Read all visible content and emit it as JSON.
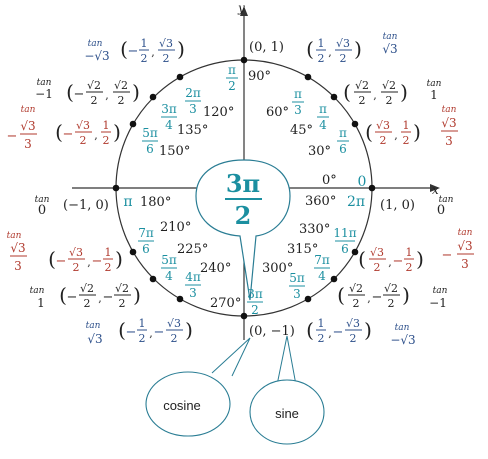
{
  "axes": {
    "x_label": "x",
    "y_label": "y"
  },
  "center_label": {
    "numerator": "3π",
    "denominator": "2"
  },
  "callouts": {
    "cosine": "cosine",
    "sine": "sine"
  },
  "tan_word": "tan",
  "colors": {
    "teal": "#1b8fa0",
    "black": "#222222",
    "red": "#b03a2e",
    "blue": "#2c4f8a"
  },
  "angles": [
    {
      "deg": "0°",
      "rad_text": "0",
      "coord": "(1, 0)",
      "tan": "0"
    },
    {
      "deg": "30°",
      "rad_num": "π",
      "rad_den": "6",
      "coord_x": "√3/2",
      "coord_y": "1/2",
      "tan": "√3/3"
    },
    {
      "deg": "45°",
      "rad_num": "π",
      "rad_den": "4",
      "coord_x": "√2/2",
      "coord_y": "√2/2",
      "tan": "1"
    },
    {
      "deg": "60°",
      "rad_num": "π",
      "rad_den": "3",
      "coord_x": "1/2",
      "coord_y": "√3/2",
      "tan": "√3"
    },
    {
      "deg": "90°",
      "rad_num": "π",
      "rad_den": "2",
      "coord": "(0, 1)"
    },
    {
      "deg": "120°",
      "rad_num": "2π",
      "rad_den": "3",
      "coord_x": "−1/2",
      "coord_y": "√3/2",
      "tan": "−√3"
    },
    {
      "deg": "135°",
      "rad_num": "3π",
      "rad_den": "4",
      "coord_x": "−√2/2",
      "coord_y": "√2/2",
      "tan": "−1"
    },
    {
      "deg": "150°",
      "rad_num": "5π",
      "rad_den": "6",
      "coord_x": "−√3/2",
      "coord_y": "1/2",
      "tan": "−√3/3"
    },
    {
      "deg": "180°",
      "rad_text": "π",
      "coord": "(−1, 0)",
      "tan": "0"
    },
    {
      "deg": "210°",
      "rad_num": "7π",
      "rad_den": "6",
      "coord_x": "−√3/2",
      "coord_y": "−1/2",
      "tan": "√3/3"
    },
    {
      "deg": "225°",
      "rad_num": "5π",
      "rad_den": "4",
      "coord_x": "−√2/2",
      "coord_y": "−√2/2",
      "tan": "1"
    },
    {
      "deg": "240°",
      "rad_num": "4π",
      "rad_den": "3",
      "coord_x": "−1/2",
      "coord_y": "−√3/2",
      "tan": "√3"
    },
    {
      "deg": "270°",
      "rad_num": "3π",
      "rad_den": "2",
      "coord": "(0, −1)"
    },
    {
      "deg": "300°",
      "rad_num": "5π",
      "rad_den": "3",
      "coord_x": "1/2",
      "coord_y": "−√3/2",
      "tan": "−√3"
    },
    {
      "deg": "315°",
      "rad_num": "7π",
      "rad_den": "4",
      "coord_x": "√2/2",
      "coord_y": "−√2/2",
      "tan": "−1"
    },
    {
      "deg": "330°",
      "rad_num": "11π",
      "rad_den": "6",
      "coord_x": "√3/2",
      "coord_y": "−1/2",
      "tan": "−√3/3"
    },
    {
      "deg": "360°",
      "rad_text": "2π"
    }
  ]
}
